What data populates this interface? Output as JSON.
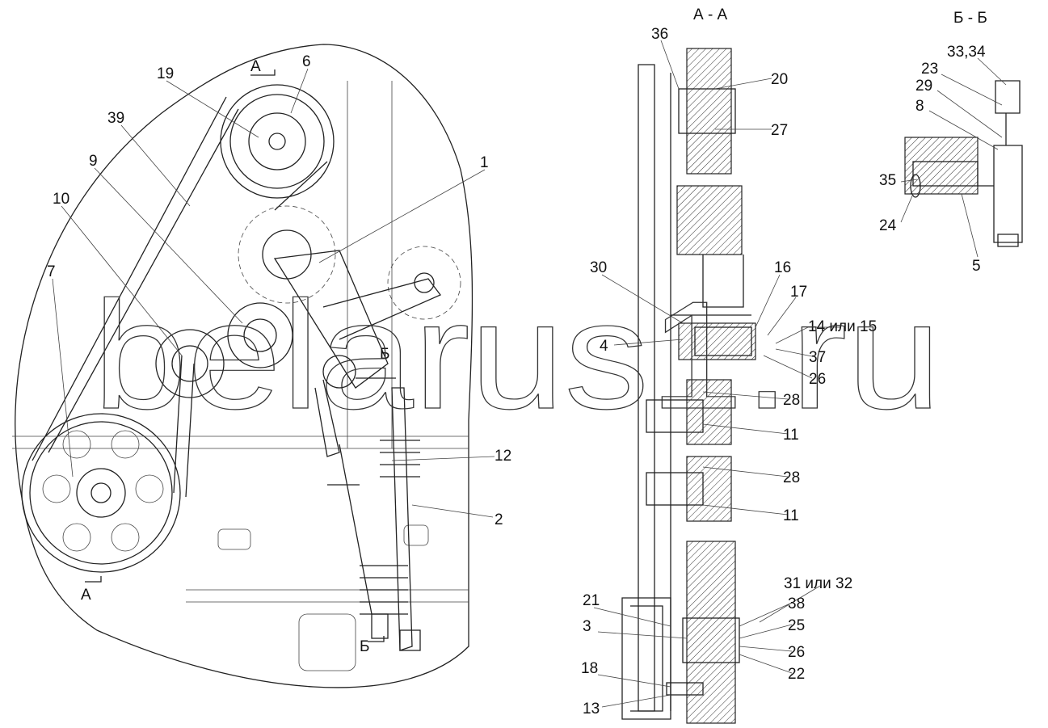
{
  "titles": {
    "section_a": "А - А",
    "section_b": "Б - Б"
  },
  "section_marks": {
    "a_top": "А",
    "a_bottom": "А",
    "b_mid": "Б",
    "b_bottom": "Б"
  },
  "watermark": "belarus1.ru",
  "main_view_callouts": [
    "6",
    "19",
    "39",
    "9",
    "10",
    "1",
    "7",
    "12",
    "2"
  ],
  "section_a_callouts": [
    "36",
    "20",
    "27",
    "30",
    "16",
    "17",
    "4",
    "14 или 15",
    "37",
    "26",
    "28",
    "11",
    "28",
    "11",
    "31 или 32",
    "21",
    "38",
    "3",
    "25",
    "26",
    "18",
    "22",
    "13"
  ],
  "section_b_callouts": [
    "33,34",
    "23",
    "29",
    "8",
    "35",
    "24",
    "5"
  ]
}
